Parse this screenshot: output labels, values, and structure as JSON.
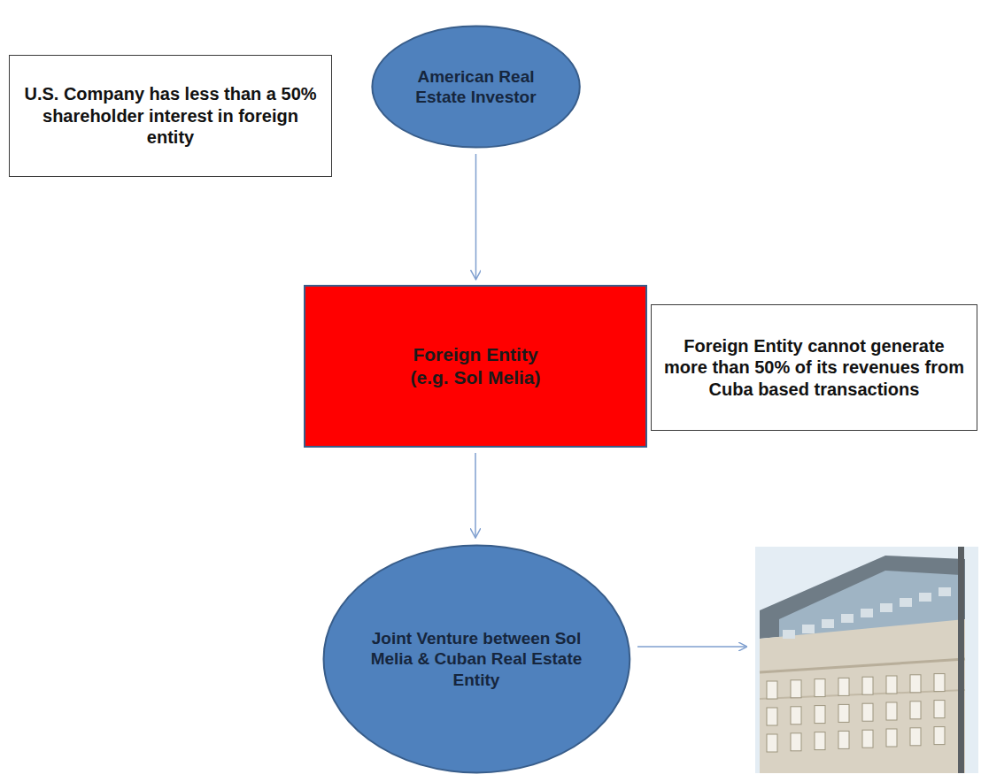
{
  "diagram": {
    "nodes": [
      {
        "text": [
          "American Real Estate Investor"
        ]
      },
      {
        "text": [
          "U.S. Company has less than a 50% shareholder interest in foreign entity"
        ]
      },
      {
        "text": [
          "Foreign Entity",
          "(e.g. Sol Melia)"
        ]
      },
      {
        "text": [
          "Foreign Entity cannot generate more than 50% of its revenues from Cuba based transactions"
        ]
      },
      {
        "text": [
          "Joint Venture between Sol Melia & Cuban Real Estate Entity"
        ]
      }
    ],
    "edges": [
      {
        "from": 0,
        "to": 2,
        "arrow": "to"
      },
      {
        "from": 2,
        "to": 4,
        "arrow": "to"
      }
    ]
  }
}
